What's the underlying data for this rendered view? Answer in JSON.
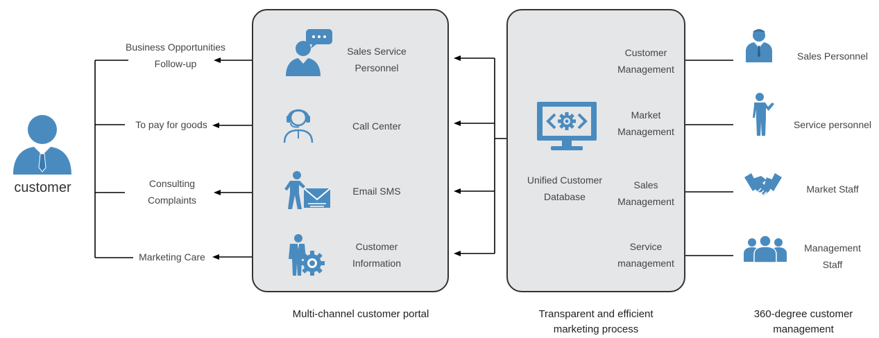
{
  "customer": {
    "label": "customer"
  },
  "channels": [
    {
      "line1": "Business Opportunities",
      "line2": "Follow-up"
    },
    {
      "line1": "To pay for goods",
      "line2": ""
    },
    {
      "line1": "Consulting",
      "line2": "Complaints"
    },
    {
      "line1": "Marketing Care",
      "line2": ""
    }
  ],
  "portal": {
    "items": [
      {
        "line1": "Sales Service",
        "line2": "Personnel",
        "icon": "sales-service-icon"
      },
      {
        "line1": "Call Center",
        "line2": "",
        "icon": "call-center-icon"
      },
      {
        "line1": "Email SMS",
        "line2": "",
        "icon": "email-sms-icon"
      },
      {
        "line1": "Customer",
        "line2": "Information",
        "icon": "customer-information-icon"
      }
    ],
    "caption": "Multi-channel customer portal"
  },
  "database": {
    "line1": "Unified Customer",
    "line2": "Database",
    "icon": "monitor-gear-icon",
    "modules": [
      {
        "line1": "Customer",
        "line2": "Management"
      },
      {
        "line1": "Market",
        "line2": "Management"
      },
      {
        "line1": "Sales",
        "line2": "Management"
      },
      {
        "line1": "Service",
        "line2": "management"
      }
    ],
    "caption_line1": "Transparent and efficient",
    "caption_line2": "marketing process"
  },
  "staff": {
    "items": [
      {
        "line1": "Sales Personnel",
        "line2": "",
        "icon": "businessman-icon"
      },
      {
        "line1": "Service personnel",
        "line2": "",
        "icon": "service-person-icon"
      },
      {
        "line1": "Market Staff",
        "line2": "",
        "icon": "handshake-icon"
      },
      {
        "line1": "Management",
        "line2": "Staff",
        "icon": "group-icon"
      }
    ],
    "caption_line1": "360-degree customer",
    "caption_line2": "management"
  },
  "colors": {
    "icon": "#4a8bbf",
    "panel": "#e5e6e8",
    "line": "#000000"
  }
}
